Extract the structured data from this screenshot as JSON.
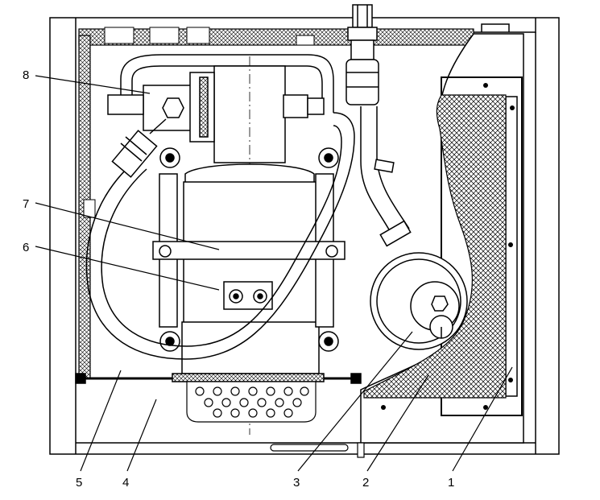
{
  "figure": {
    "callouts": [
      {
        "id": "c1",
        "text": "1"
      },
      {
        "id": "c2",
        "text": "2"
      },
      {
        "id": "c3",
        "text": "3"
      },
      {
        "id": "c4",
        "text": "4"
      },
      {
        "id": "c5",
        "text": "5"
      },
      {
        "id": "c6",
        "text": "6"
      },
      {
        "id": "c7",
        "text": "7"
      },
      {
        "id": "c8",
        "text": "8"
      }
    ]
  }
}
